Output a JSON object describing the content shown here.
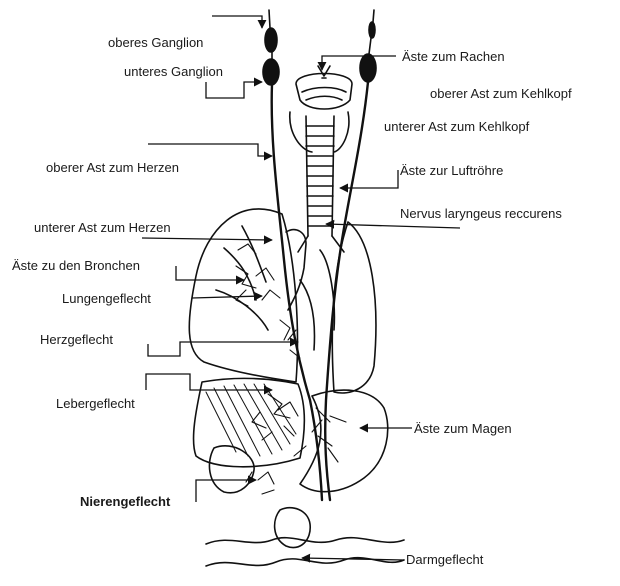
{
  "labels": {
    "oberes_ganglion": "oberes Ganglion",
    "unteres_ganglion": "unteres Ganglion",
    "aeste_zum_rachen": "Äste zum Rachen",
    "oberer_ast_kehlkopf": "oberer Ast zum Kehlkopf",
    "unterer_ast_kehlkopf": "unterer Ast zum Kehlkopf",
    "oberer_ast_herzen": "oberer Ast zum Herzen",
    "aeste_luftroehre": "Äste zur Luftröhre",
    "nervus_laryngeus": "Nervus laryngeus reccurens",
    "unterer_ast_herzen": "unterer Ast zum Herzen",
    "aeste_bronchen": "Äste zu den Bronchen",
    "lungengeflecht": "Lungengeflecht",
    "herzgeflecht": "Herzgeflecht",
    "lebergeflecht": "Lebergeflecht",
    "aeste_magen": "Äste zum Magen",
    "nierengeflecht": "Nierengeflecht",
    "darmgeflecht": "Darmgeflecht"
  },
  "colors": {
    "ink": "#111111",
    "background": "#ffffff"
  }
}
